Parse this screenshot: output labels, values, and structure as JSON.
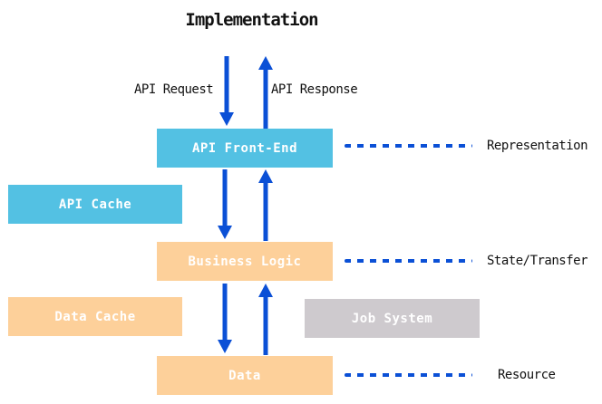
{
  "title": "Implementation",
  "colors": {
    "cyan": "#53c1e3",
    "orange": "#fdd09a",
    "gray": "#cecace",
    "arrow_blue": "#0b50d6",
    "text_dark": "#111111",
    "text_light": "#ffffff",
    "bg": "#ffffff"
  },
  "flow_labels": {
    "request": "API Request",
    "response": "API Response"
  },
  "boxes": {
    "api_front_end": "API Front-End",
    "api_cache": "API Cache",
    "business_logic": "Business Logic",
    "data_cache": "Data Cache",
    "job_system": "Job System",
    "data": "Data"
  },
  "layer_labels": {
    "representation": "Representation",
    "state_transfer": "State/Transfer",
    "resource": "Resource"
  }
}
